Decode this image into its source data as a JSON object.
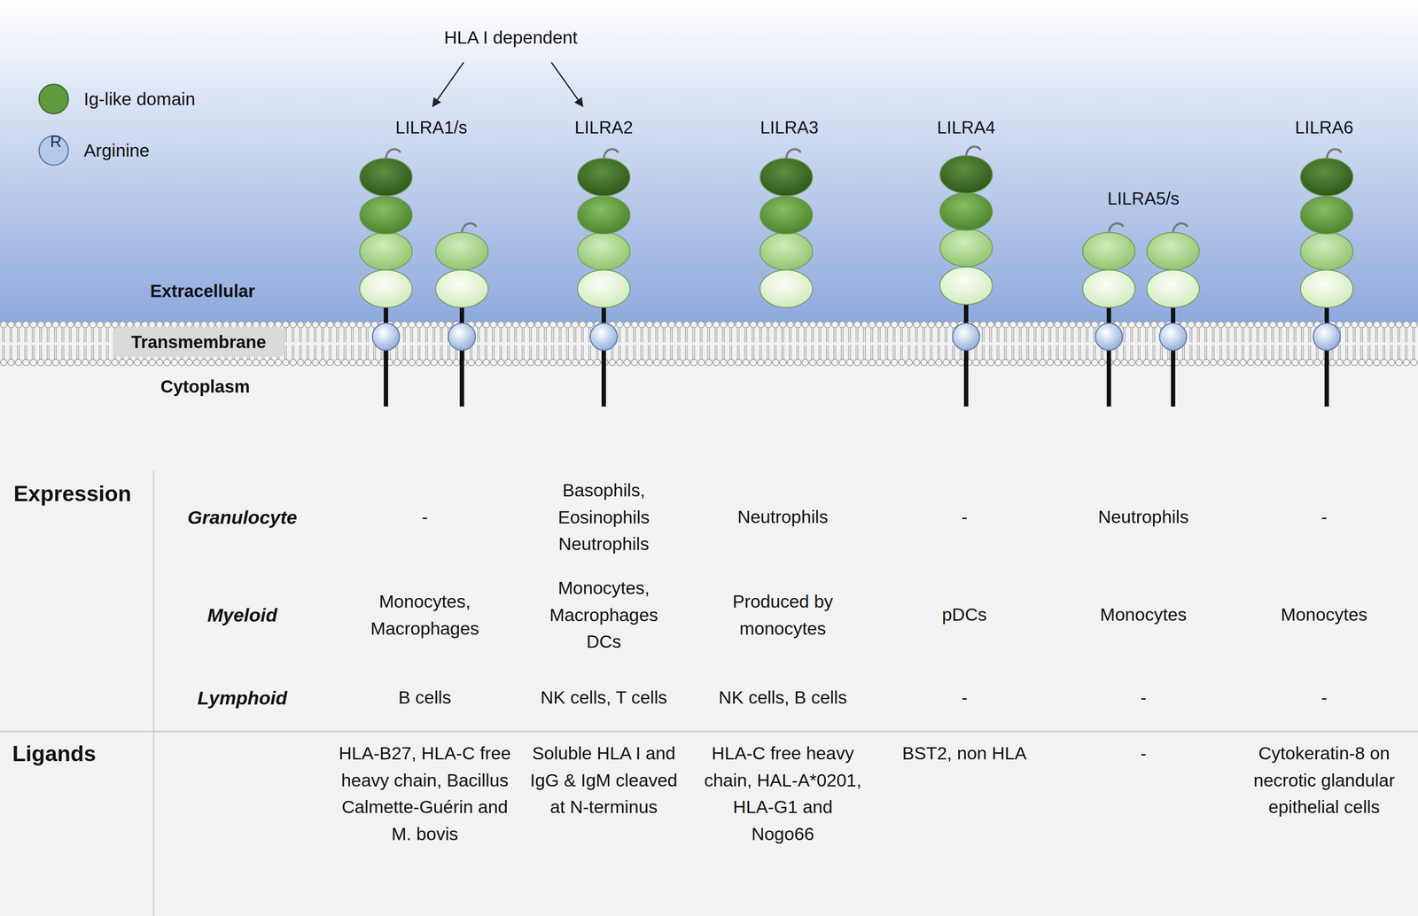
{
  "diagram": {
    "nodes": [
      {
        "text": [
          "Transmembrane"
        ]
      }
    ],
    "labels": [
      "HLA I dependent",
      "R",
      "LILRA1/s",
      "LILRA2",
      "LILRA3",
      "LILRA4",
      "LILRA5/s",
      "LILRA6",
      "Extracellular",
      "Cytoplasm",
      "Expression",
      "Granulocyte",
      "-",
      "Basophils, Eosinophils Neutrophils",
      "Neutrophils",
      "-",
      "Neutrophils",
      "-",
      "Myeloid",
      "Monocytes, Macrophages",
      "Monocytes, Macrophages DCs",
      "Produced by monocytes",
      "pDCs",
      "Monocytes",
      "Monocytes",
      "Lymphoid",
      "B cells",
      "NK cells, T cells",
      "NK cells, B cells",
      "-",
      "-",
      "-",
      "Ligands",
      "HLA-B27, HLA-C free heavy chain, Bacillus Calmette-Guérin and M. bovis",
      "Soluble HLA I and IgG & IgM cleaved at N-terminus",
      "HLA-C free heavy chain, HAL-A*0201, HLA-G1 and Nogo66",
      "BST2, non HLA",
      "-",
      "Cytokeratin-8 on necrotic glandular epithelial cells"
    ],
    "legend": [
      {
        "text": "Ig-like domain",
        "color": "#5f9a3f"
      },
      {
        "text": "Arginine",
        "color": "#b4c9ea"
      }
    ]
  }
}
